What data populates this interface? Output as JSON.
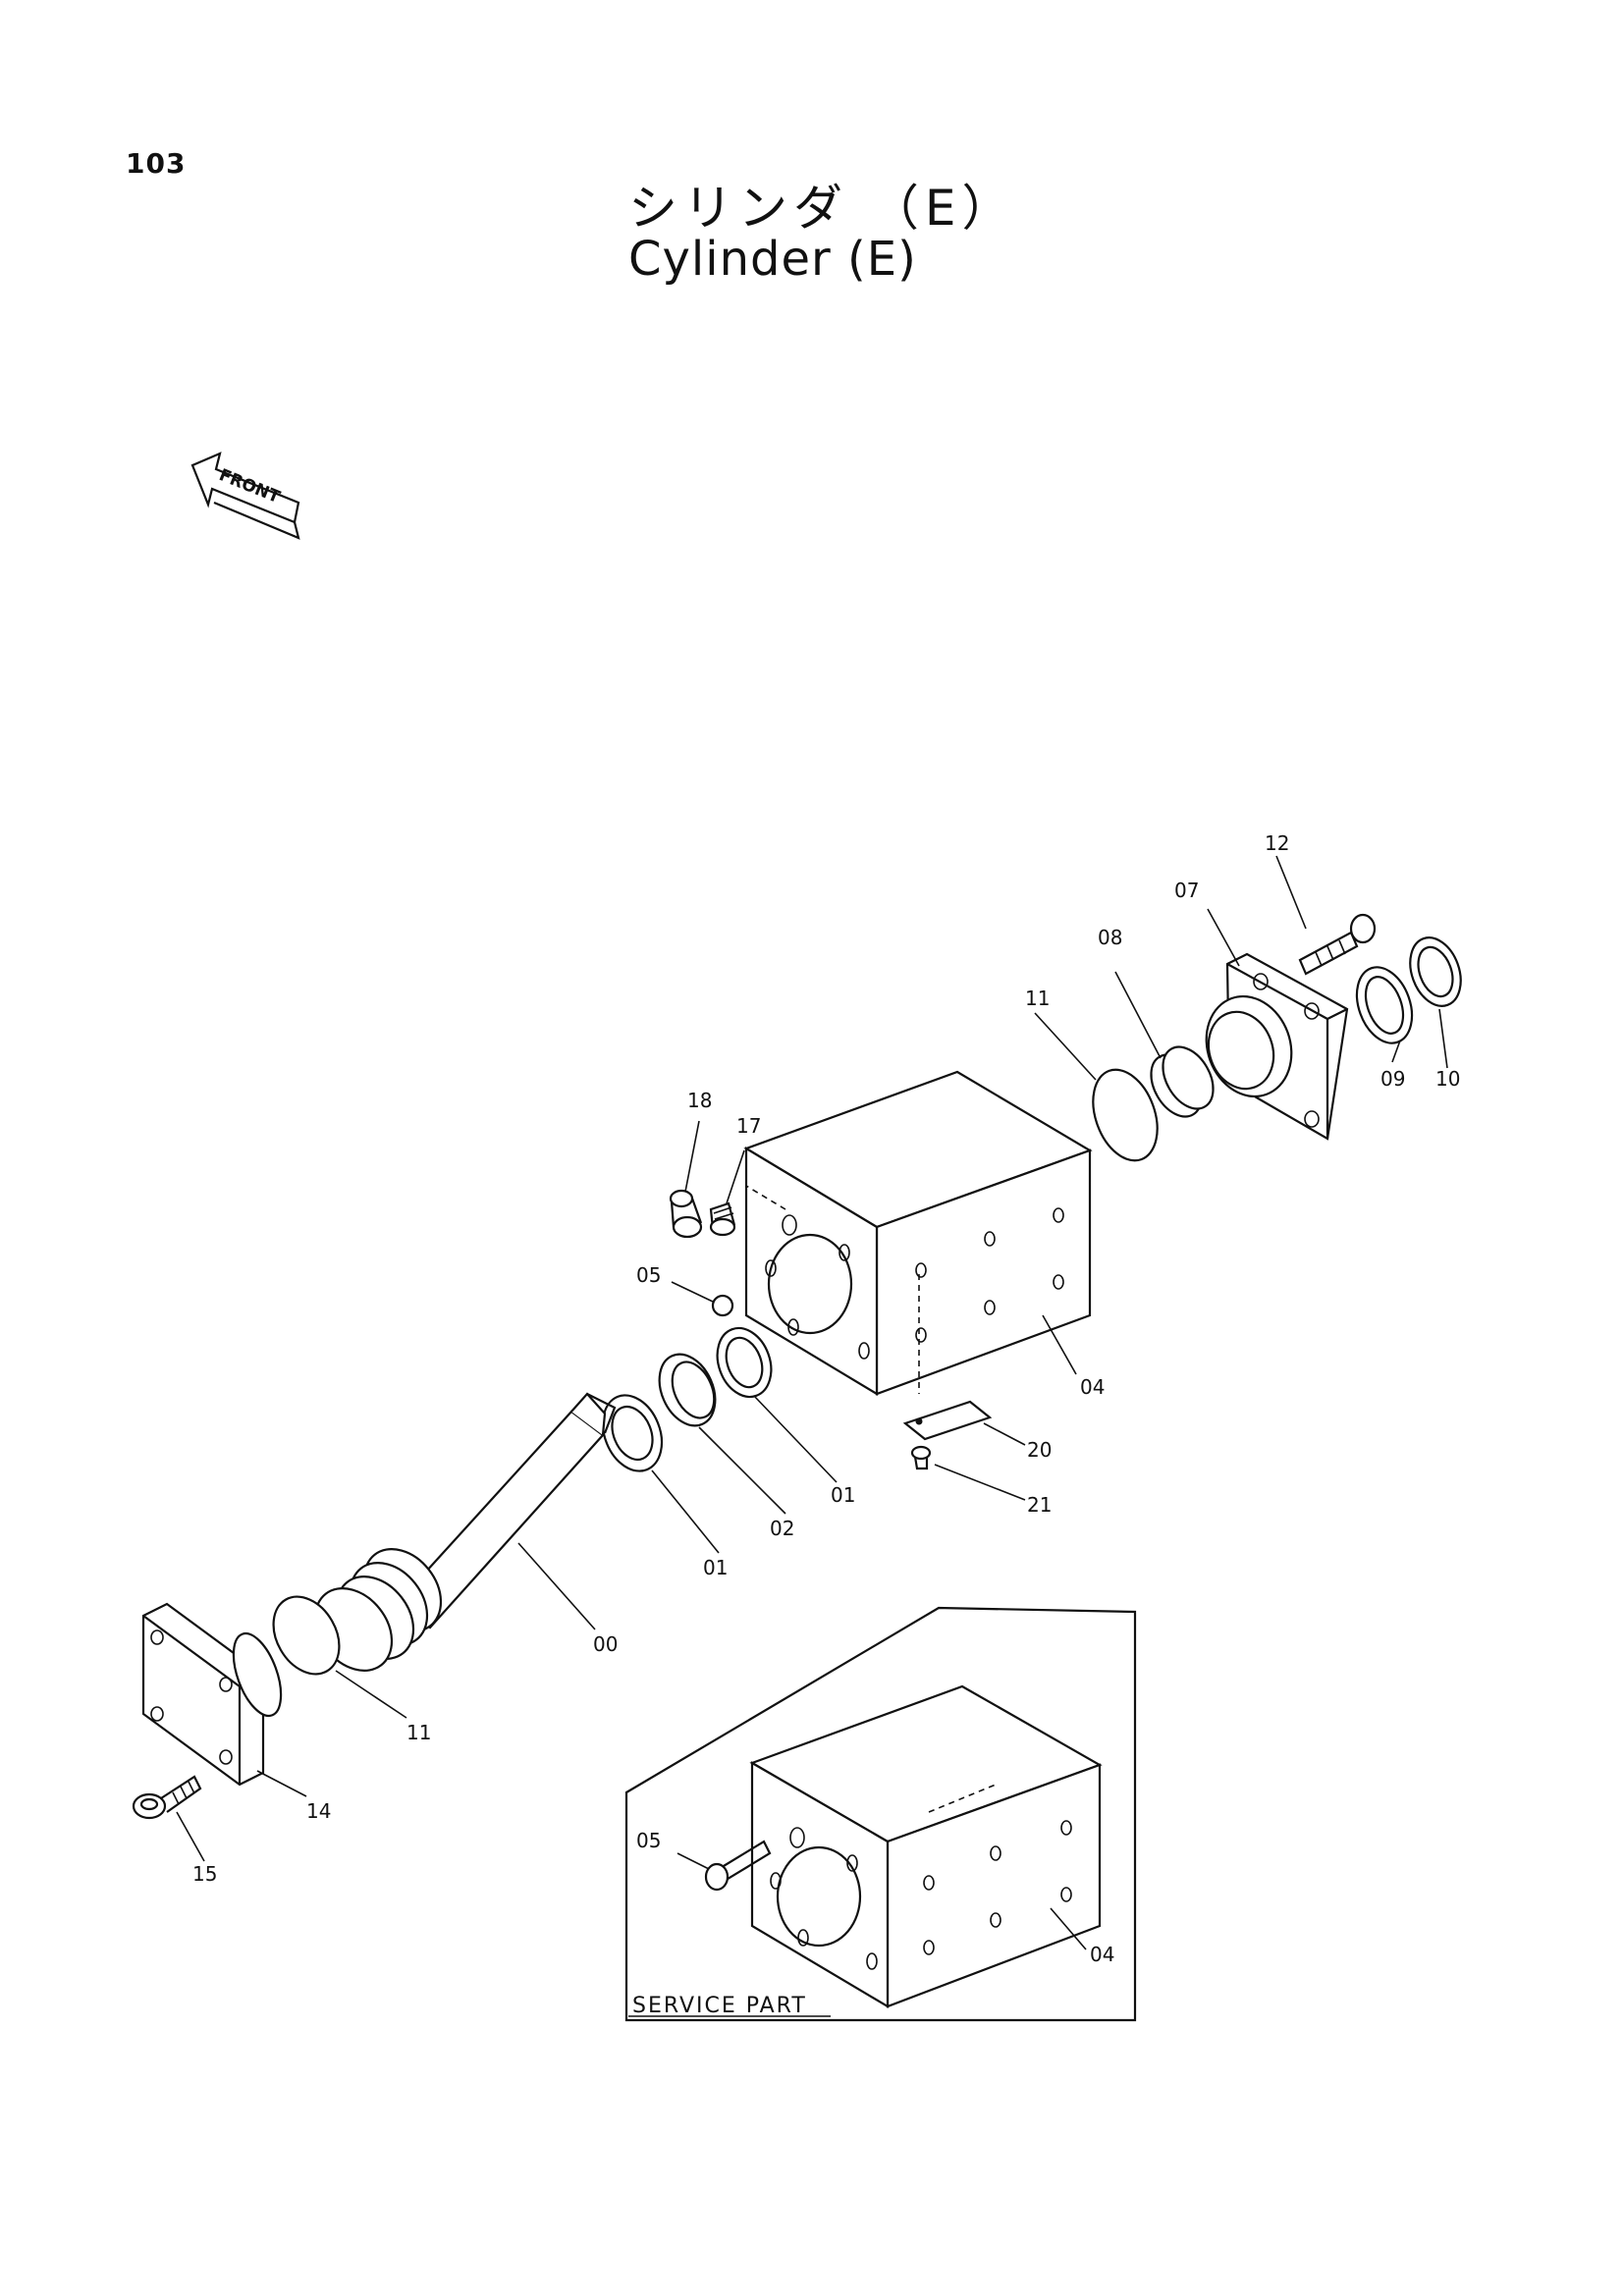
{
  "page": {
    "number": "103",
    "title_jp": "シリンダ （E）",
    "title_en": "Cylinder (E)"
  },
  "direction_indicator": {
    "label": "FRONT"
  },
  "callouts": {
    "p00": "00",
    "p01a": "01",
    "p01b": "01",
    "p02": "02",
    "p04": "04",
    "p05": "05",
    "p07": "07",
    "p08": "08",
    "p09": "09",
    "p10": "10",
    "p11a": "11",
    "p11b": "11",
    "p12": "12",
    "p14": "14",
    "p15": "15",
    "p17": "17",
    "p18": "18",
    "p20": "20",
    "p21": "21"
  },
  "service_part": {
    "label": "SERVICE PART",
    "callouts": {
      "p04": "04",
      "p05": "05"
    }
  }
}
